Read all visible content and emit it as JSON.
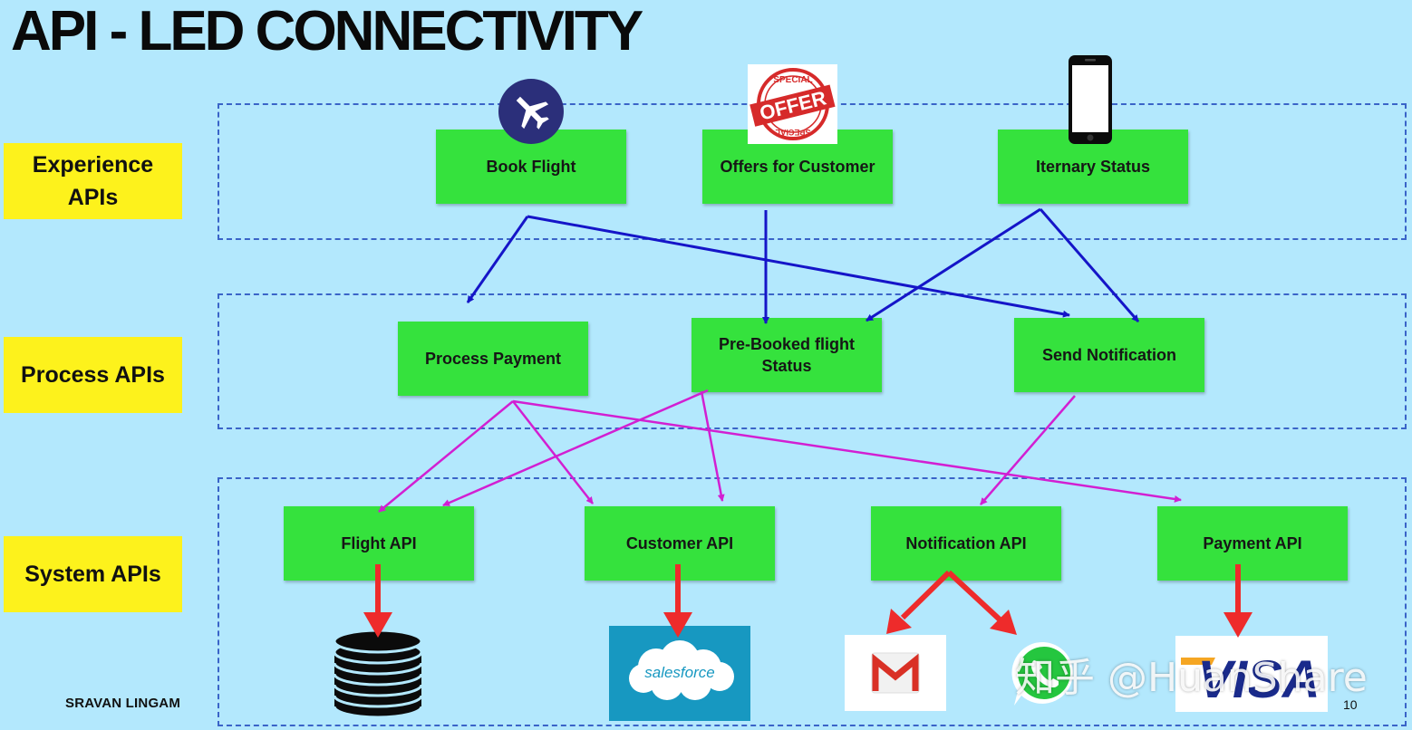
{
  "title": "API - LED CONNECTIVITY",
  "tiers": {
    "experience": "Experience\nAPIs",
    "process": "Process APIs",
    "system": "System APIs"
  },
  "nodes": {
    "book_flight": "Book Flight",
    "offers": "Offers  for Customer",
    "itinerary": "Iternary Status",
    "process_payment": "Process Payment",
    "prebooked": "Pre-Booked flight Status",
    "send_notification": "Send Notification",
    "flight_api": "Flight  API",
    "customer_api": "Customer  API",
    "notification_api": "Notification  API",
    "payment_api": "Payment  API"
  },
  "logos": {
    "offer_stamp": "OFFER",
    "offer_special": "SPECIAL",
    "salesforce": "salesforce",
    "visa": "VISA"
  },
  "icons": [
    "airplane-icon",
    "offer-stamp-icon",
    "smartphone-icon",
    "database-icon",
    "salesforce-logo",
    "gmail-logo",
    "whatsapp-logo",
    "visa-logo"
  ],
  "colors": {
    "background": "#b3e8fd",
    "node": "#35e23d",
    "tier_label": "#fdf21c",
    "arrow_blue": "#1515c8",
    "arrow_magenta": "#d21fd2",
    "arrow_red": "#ee2b2b"
  },
  "footer": {
    "author": "SRAVAN LINGAM",
    "page": "10"
  },
  "watermark": "知乎 @HuanShare"
}
